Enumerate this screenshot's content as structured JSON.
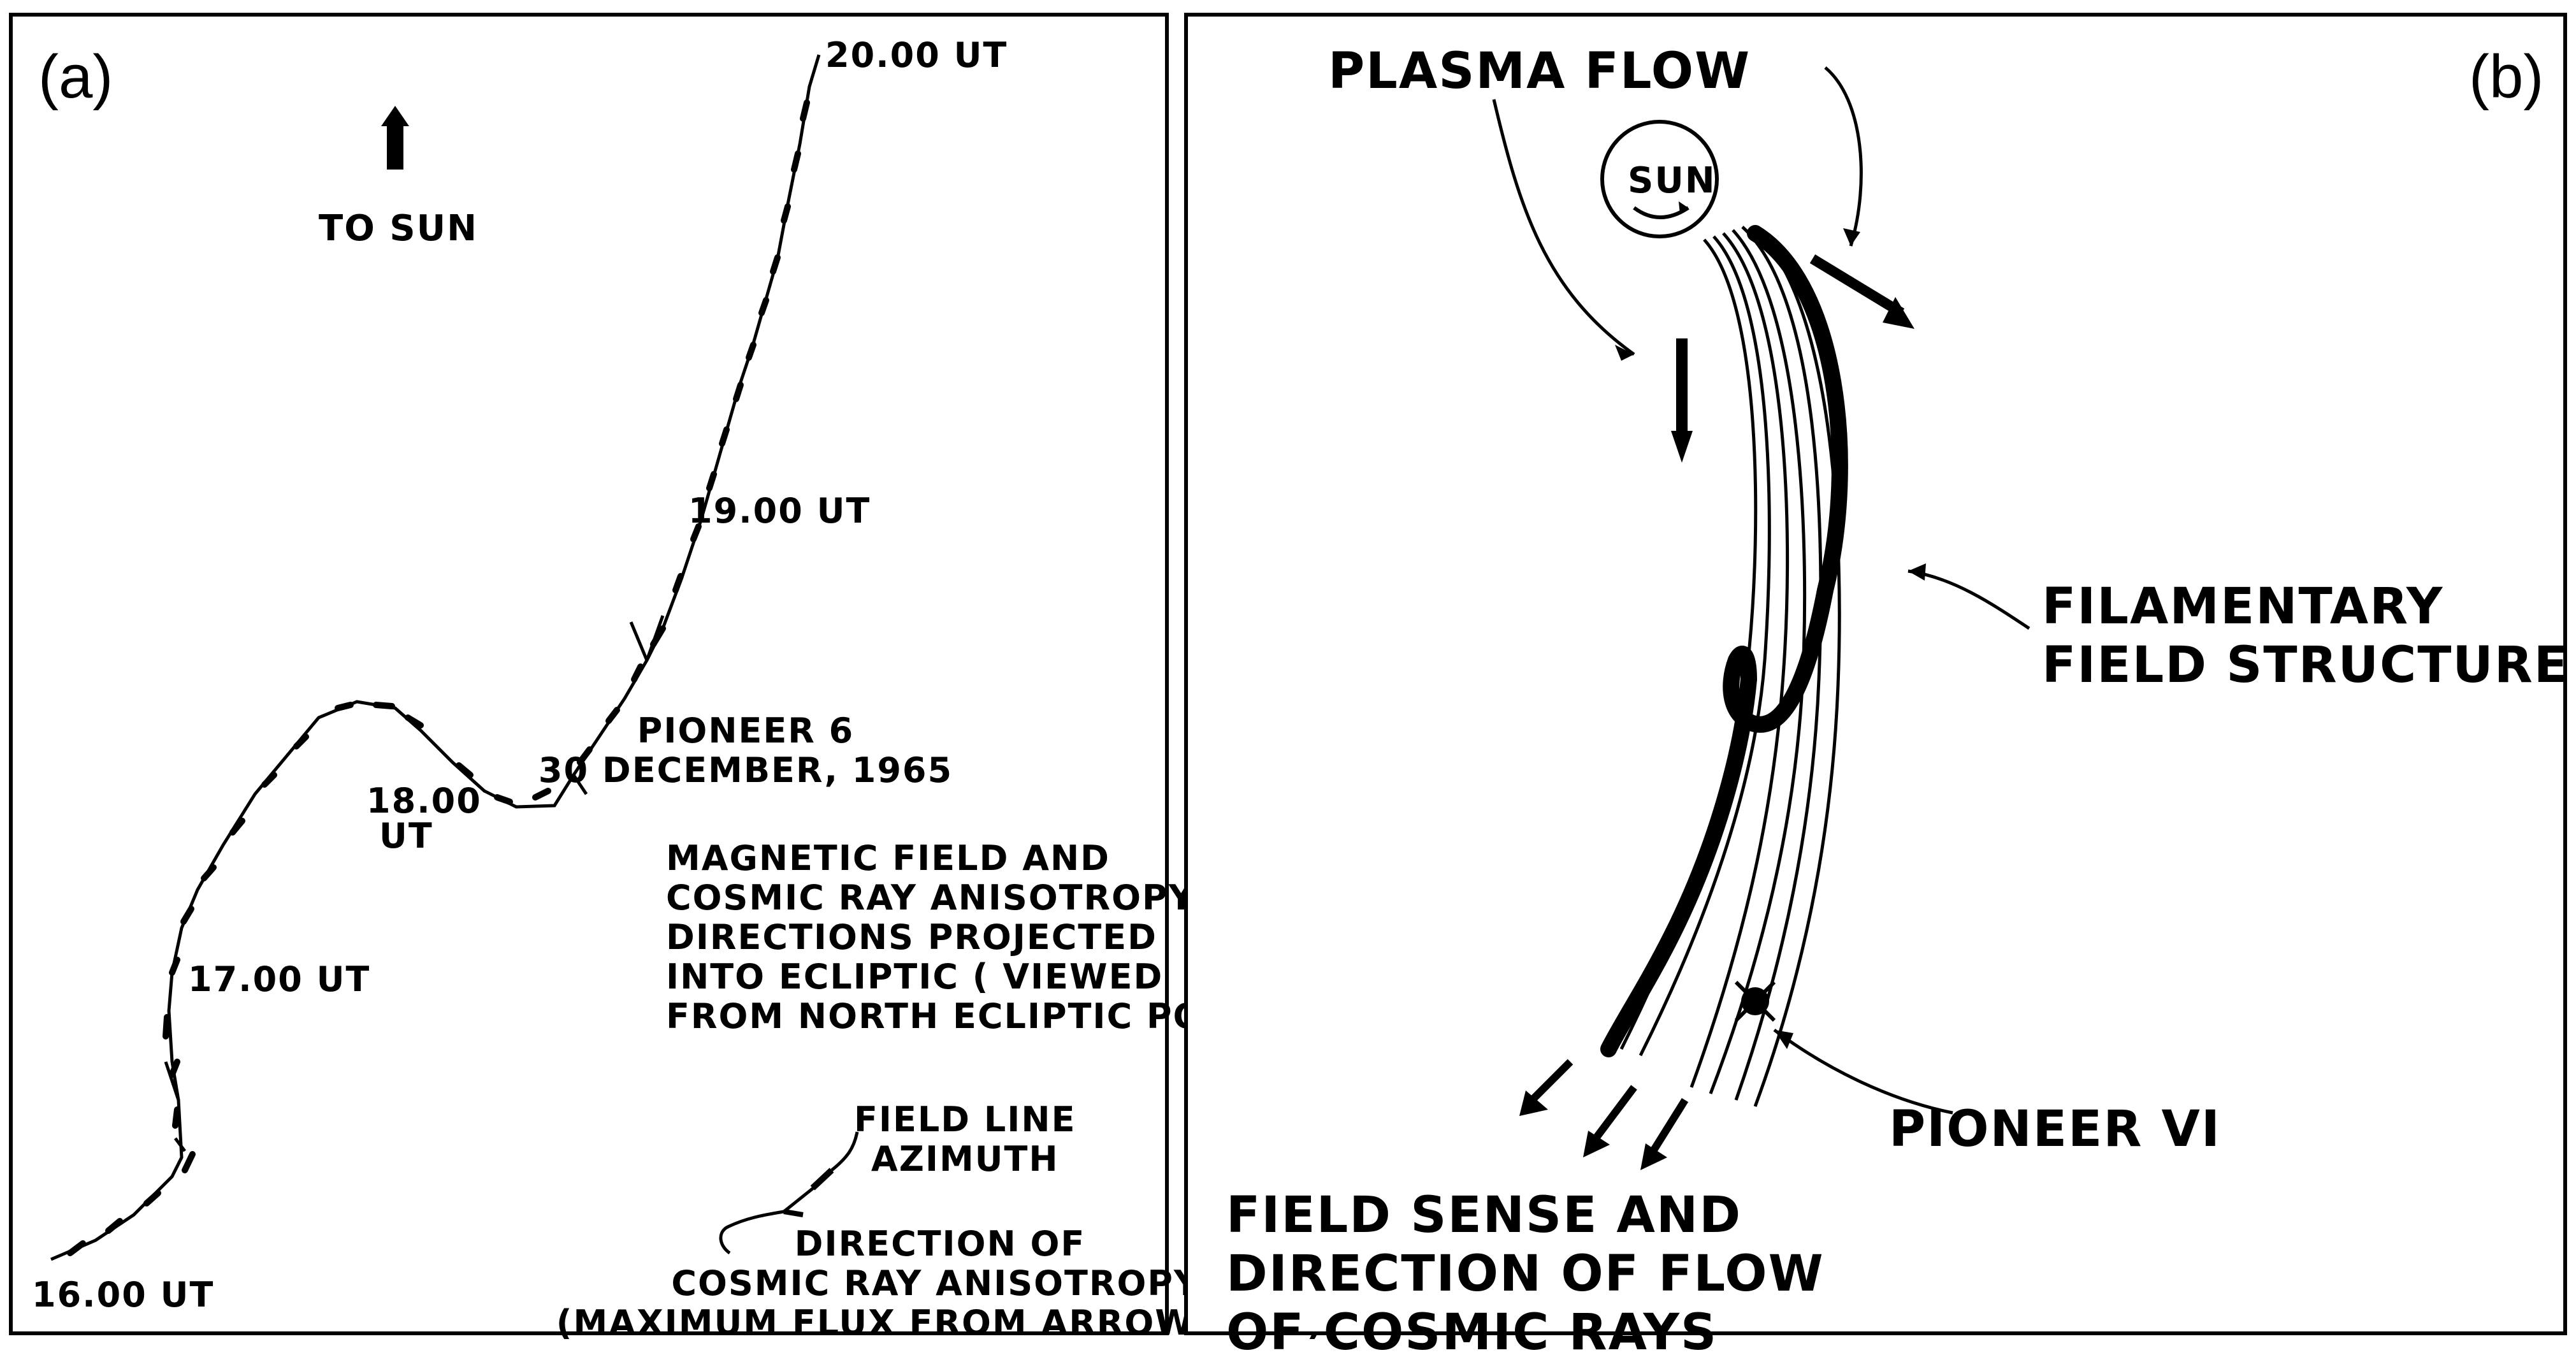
{
  "panel_a": {
    "letter": "(a)",
    "to_sun": "TO SUN",
    "time_labels": {
      "t1600": "16.00 UT",
      "t1700": "17.00 UT",
      "t1800_line1": "18.00",
      "t1800_line2": "UT",
      "t1900": "19.00 UT",
      "t2000": "20.00 UT"
    },
    "title_lines": [
      "PIONEER 6",
      "30 DECEMBER, 1965"
    ],
    "description_lines": [
      "MAGNETIC FIELD AND",
      "COSMIC RAY ANISOTROPY",
      "DIRECTIONS PROJECTED",
      "INTO ECLIPTIC ( VIEWED",
      "FROM NORTH ECLIPTIC POLE)"
    ],
    "legend": {
      "field_line_lines": [
        "FIELD LINE",
        "AZIMUTH"
      ],
      "anisotropy_lines": [
        "DIRECTION OF",
        "COSMIC RAY ANISOTROPY.",
        "(MAXIMUM FLUX FROM ARROWHEAD)"
      ]
    }
  },
  "panel_b": {
    "letter": "(b)",
    "plasma_flow": "PLASMA FLOW",
    "sun": "SUN",
    "filamentary_lines": [
      "FILAMENTARY",
      "FIELD STRUCTURE"
    ],
    "pioneer": "PIONEER VI",
    "field_sense_lines": [
      "FIELD SENSE AND",
      "DIRECTION OF FLOW",
      "OF COSMIC RAYS"
    ]
  }
}
